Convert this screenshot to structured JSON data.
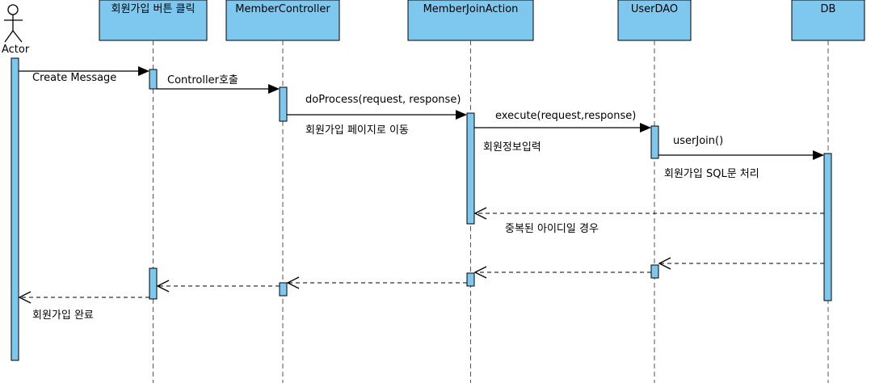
{
  "actor": {
    "label": "Actor"
  },
  "lifelines": [
    {
      "label": "회원가입 버튼 클릭"
    },
    {
      "label": "MemberController"
    },
    {
      "label": "MemberJoinAction"
    },
    {
      "label": "UserDAO"
    },
    {
      "label": "DB"
    }
  ],
  "messages": {
    "m1": "Create Message",
    "m2": "Controller호출",
    "m3": "doProcess(request, response)",
    "m3_note": "회원가입 페이지로 이동",
    "m4": "execute(request,response)",
    "m4_note": "회원정보입력",
    "m5": "userJoin()",
    "m5_note": "회원가입 SQL문 처리",
    "r1_note": "중복된 아이디일 경우",
    "final_note": "회원가입 완료"
  }
}
